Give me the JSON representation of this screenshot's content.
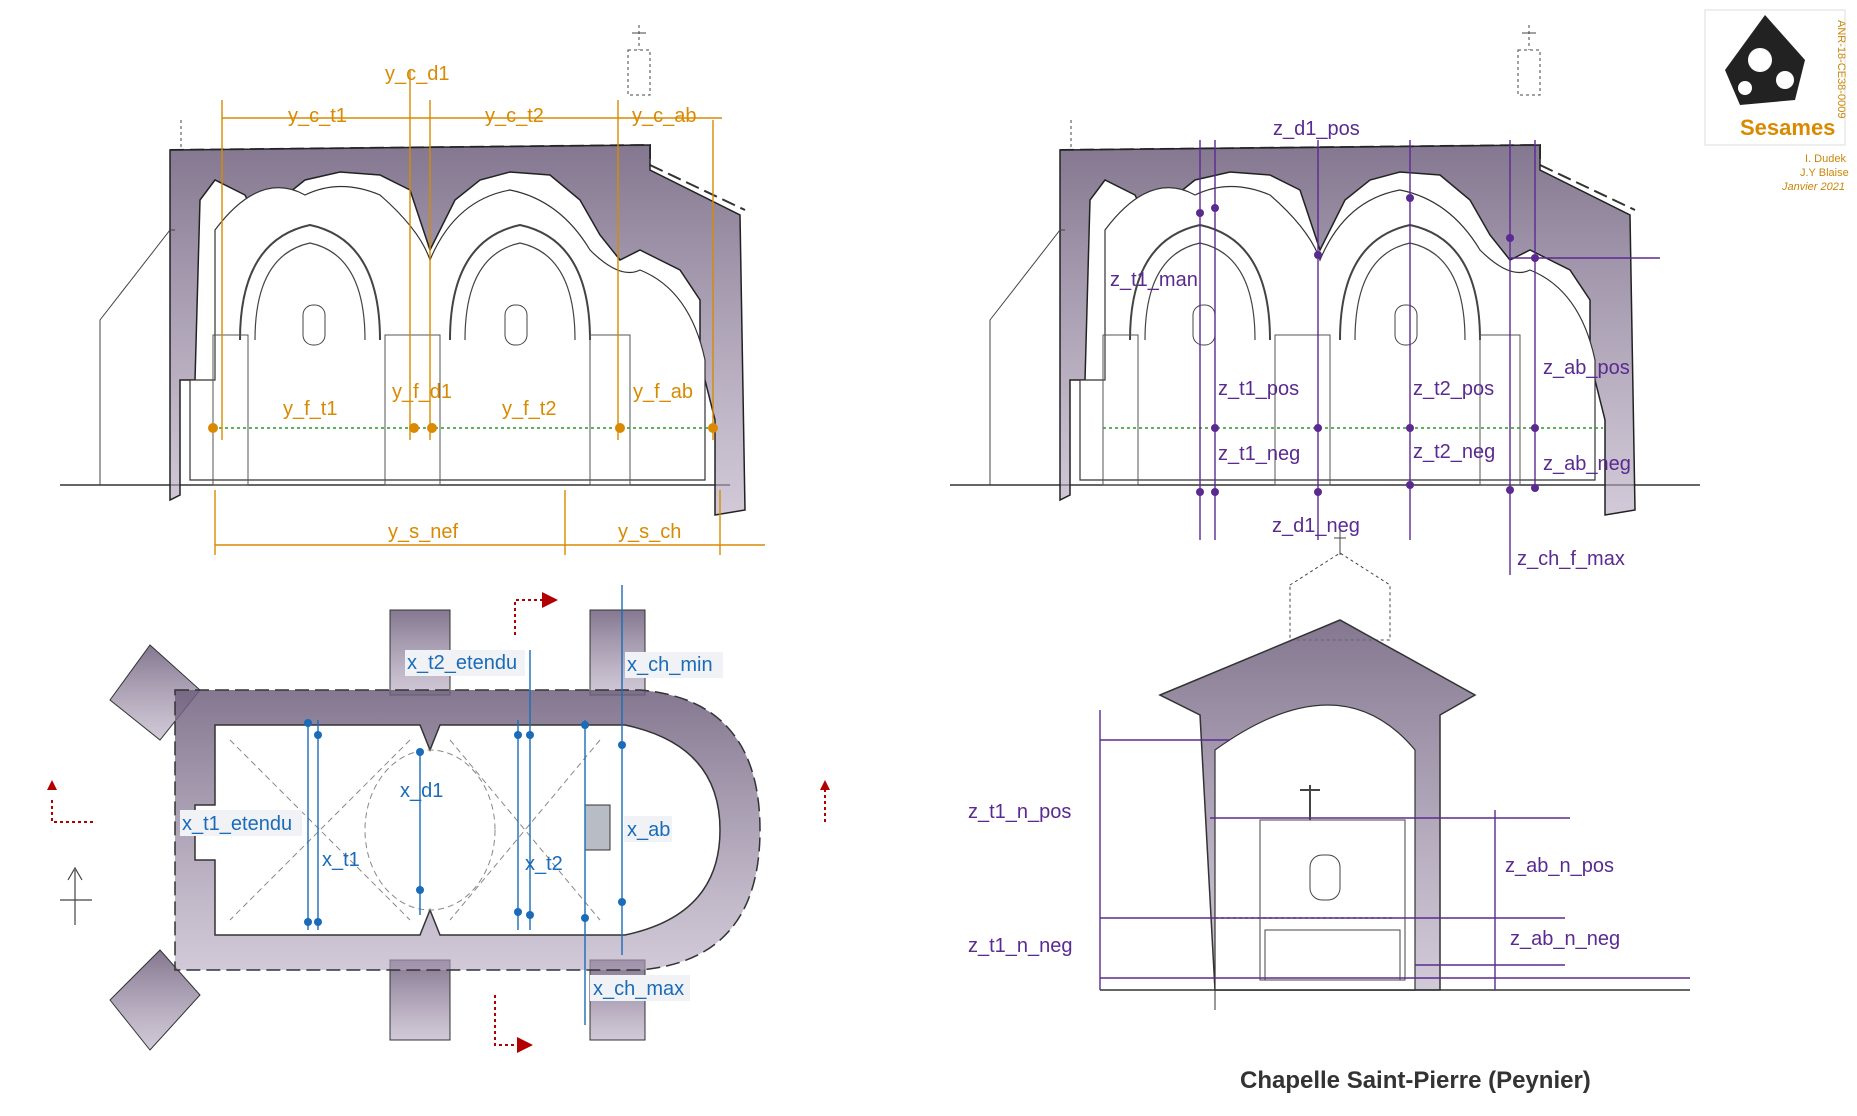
{
  "title": "Chapelle Saint-Pierre (Peynier)",
  "logo": {
    "name": "Sesames",
    "credits": [
      "I. Dudek",
      "J.Y Blaise",
      "Janvier 2021"
    ],
    "side_text": "ANR-18-CE38-0009"
  },
  "colors": {
    "orange": "#d98a00",
    "purple": "#5a2a91",
    "blue": "#1a6bb8",
    "wall_shade": "#8a7a94",
    "green_dotted": "#2a9a2a",
    "red_arrow": "#b00000"
  },
  "section_y": {
    "labels": [
      "y_c_d1",
      "y_c_t1",
      "y_c_t2",
      "y_c_ab",
      "y_f_t1",
      "y_f_d1",
      "y_f_t2",
      "y_f_ab",
      "y_s_nef",
      "y_s_ch"
    ]
  },
  "section_z": {
    "labels": [
      "z_d1_pos",
      "z_t1_man",
      "z_t1_pos",
      "z_t2_pos",
      "z_ab_pos",
      "z_t1_neg",
      "z_t2_neg",
      "z_ab_neg",
      "z_d1_neg",
      "z_ch_f_max"
    ]
  },
  "plan_x": {
    "labels": [
      "x_t2_etendu",
      "x_ch_min",
      "x_d1",
      "x_t1_etendu",
      "x_ab",
      "x_t1",
      "x_t2",
      "x_ch_max"
    ]
  },
  "section_n": {
    "labels": [
      "z_t1_n_pos",
      "z_ab_n_pos",
      "z_t1_n_neg",
      "z_ab_n_neg"
    ]
  }
}
